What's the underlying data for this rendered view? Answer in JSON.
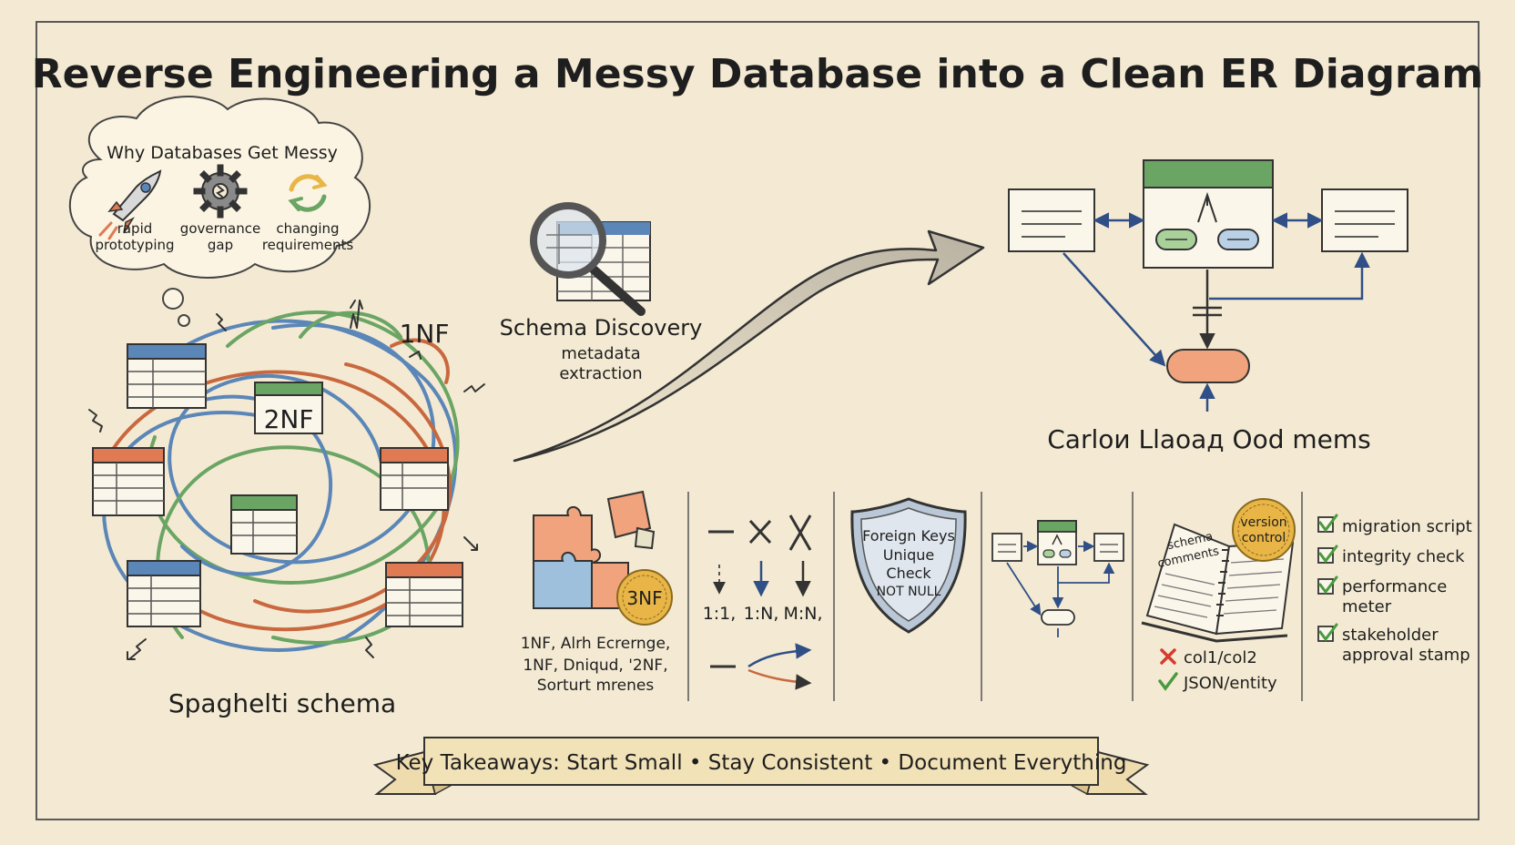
{
  "title": "Reverse Engineering a Messy Database into a Clean ER Diagram",
  "why_messy": {
    "heading": "Why Databases Get Messy",
    "causes": [
      {
        "line1": "rapid",
        "line2": "prototyping",
        "icon": "rocket-icon"
      },
      {
        "line1": "governance",
        "line2": "gap",
        "icon": "gear-icon"
      },
      {
        "line1": "changing",
        "line2": "requirements",
        "icon": "refresh-icon"
      }
    ]
  },
  "spaghetti": {
    "label": "Spaghelti schema",
    "tag_1nf": "1NF",
    "tag_2nf": "2NF"
  },
  "discovery": {
    "title": "Schema Discovery",
    "line1": "metadata",
    "line2": "extraction"
  },
  "clean_er": {
    "caption": "Carloи Llaoaд Ood mems"
  },
  "normalization": {
    "badge": "3NF",
    "line1": "1NF, Alrh Ecrernge,",
    "line2": "1NF, Dniqud, '2NF,",
    "line3": "Sorturt mrenes"
  },
  "relationships": {
    "labels": [
      "1:1,",
      "1:N,",
      "M:N,"
    ]
  },
  "constraints": {
    "line1": "Foreign Keys",
    "line2": "Unique",
    "line3": "Check",
    "line4": "NOT NULL"
  },
  "documentation": {
    "badge_line1": "version",
    "badge_line2": "control",
    "book_line1": "schema",
    "book_line2": "comments",
    "bad_example": "col1/col2",
    "good_example": "JSON/entity"
  },
  "checklist": [
    {
      "line1": "migration script",
      "line2": ""
    },
    {
      "line1": "integrity check",
      "line2": ""
    },
    {
      "line1": "performance",
      "line2": "meter"
    },
    {
      "line1": "stakeholder",
      "line2": "approval stamp"
    }
  ],
  "banner": "Key Takeaways:  Start Small • Stay Consistent • Document Everything",
  "colors": {
    "paper": "#f4ead3",
    "blue": "#5b86b8",
    "green": "#6aa564",
    "orange": "#e07a52",
    "gold": "#e8b546"
  }
}
